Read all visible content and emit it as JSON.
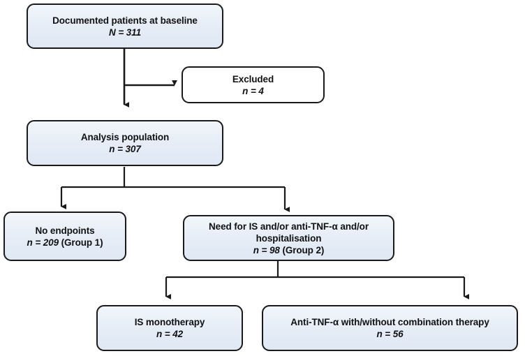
{
  "figure": {
    "type": "flowchart",
    "title": "Patient disposition flow diagram",
    "accent_fill": "#e6edf7",
    "border_color": "#1a1a1a",
    "connector_color": "#1a1a1a",
    "plain_fill": "#ffffff"
  },
  "nodes": {
    "baseline": {
      "label": "Documented patients at baseline",
      "count_symbol": "N",
      "count_text": "N = 311",
      "fill": "#e6edf7"
    },
    "excluded": {
      "label": "Excluded",
      "count_text": "n = 4",
      "fill": "#ffffff"
    },
    "analysis": {
      "label": "Analysis population",
      "count_text": "n = 307",
      "fill": "#e6edf7"
    },
    "no_endpoints": {
      "label": "No endpoints",
      "count_text": "n = 209",
      "group_text": "(Group 1)",
      "fill": "#e6edf7"
    },
    "need_is": {
      "label_line1": "Need for IS and/or anti-TNF-α  and/or",
      "label_line2": "hospitalisation",
      "count_text": "n = 98",
      "group_text": "(Group 2)",
      "fill": "#e6edf7"
    },
    "is_mono": {
      "label": "IS monotherapy",
      "count_text": "n = 42",
      "fill": "#e6edf7"
    },
    "anti_tnf": {
      "label": "Anti-TNF-α with/without combination therapy",
      "count_text": "n = 56",
      "fill": "#e6edf7"
    }
  },
  "connectors": [
    {
      "name": "baseline-to-analysis",
      "from": "baseline",
      "to": "analysis"
    },
    {
      "name": "baseline-to-excluded",
      "from": "baseline",
      "to": "excluded"
    },
    {
      "name": "analysis-to-no-endpoints",
      "from": "analysis",
      "to": "no_endpoints"
    },
    {
      "name": "analysis-to-need-is",
      "from": "analysis",
      "to": "need_is"
    },
    {
      "name": "need-is-to-is-mono",
      "from": "need_is",
      "to": "is_mono"
    },
    {
      "name": "need-is-to-anti-tnf",
      "from": "need_is",
      "to": "anti_tnf"
    }
  ]
}
